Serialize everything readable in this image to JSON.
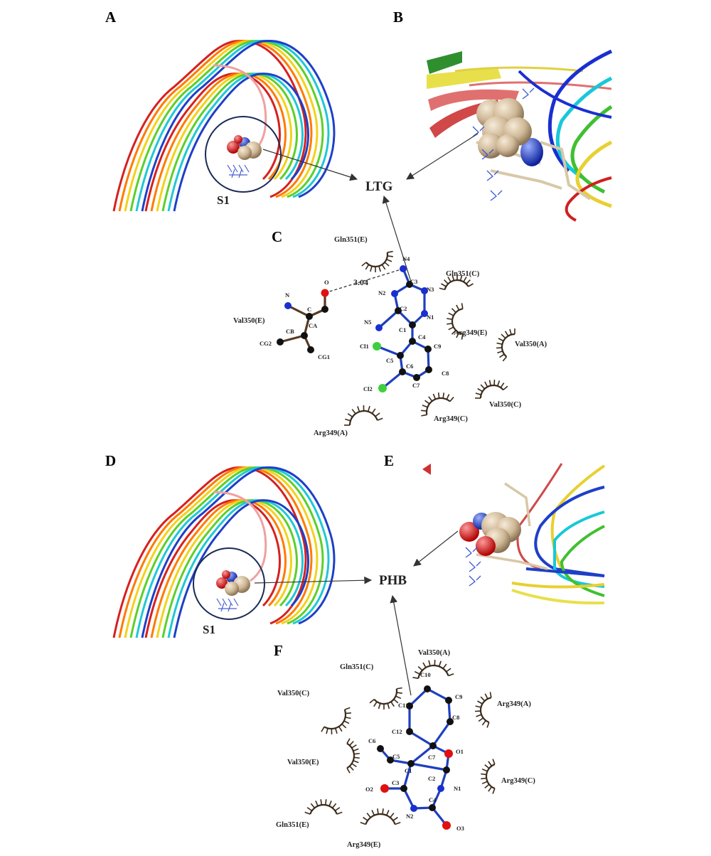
{
  "panels": {
    "A": "A",
    "B": "B",
    "C": "C",
    "D": "D",
    "E": "E",
    "F": "F"
  },
  "ligands": {
    "top": "LTG",
    "bottom": "PHB"
  },
  "binding_site": {
    "top": "S1",
    "bottom": "S1"
  },
  "ribbon_colors": [
    "#d62020",
    "#ff7a00",
    "#f2d21a",
    "#5ccf2a",
    "#1ec8d6",
    "#1e3fc8"
  ],
  "atom_colors": {
    "carbon": "#111111",
    "nitrogen": "#1a2fd0",
    "oxygen": "#e01010",
    "chlorine": "#3ecf3e",
    "bond": "#1e3fbf",
    "residue_bond": "#5a3a20"
  },
  "ltg_plot": {
    "hbond_distance": "3.04",
    "residue_atoms": {
      "N": "N",
      "C": "C",
      "CA": "CA",
      "O": "O",
      "CB": "CB",
      "CG1": "CG1",
      "CG2": "CG2"
    },
    "ligand_atoms": {
      "N4": "N4",
      "C3": "C3",
      "N2": "N2",
      "N3": "N3",
      "C2": "C2",
      "N1": "N1",
      "N5": "N5",
      "C1": "C1",
      "C4": "C4",
      "Cl1": "Cl1",
      "C5": "C5",
      "C9": "C9",
      "C6": "C6",
      "C8": "C8",
      "Cl2": "Cl2",
      "C7": "C7"
    },
    "residues": {
      "gln351_e": "Gln351(E)",
      "gln351_c": "Gln351(C)",
      "val350_e": "Val350(E)",
      "arg349_e": "Arg349(E)",
      "val350_a": "Val350(A)",
      "val350_c": "Val350(C)",
      "arg349_c": "Arg349(C)",
      "arg349_a": "Arg349(A)"
    }
  },
  "phb_plot": {
    "ligand_atoms": {
      "C10": "C10",
      "C11": "C11",
      "C9": "C9",
      "C12": "C12",
      "C8": "C8",
      "C6": "C6",
      "C5": "C5",
      "C7": "C7",
      "O1": "O1",
      "C1": "C1",
      "C2": "C2",
      "C3": "C3",
      "O2": "O2",
      "N1": "N1",
      "N2": "N2",
      "C4": "C4",
      "O3": "O3"
    },
    "residues": {
      "val350_a": "Val350(A)",
      "gln351_c": "Gln351(C)",
      "val350_c": "Val350(C)",
      "arg349_a": "Arg349(A)",
      "val350_e": "Val350(E)",
      "arg349_c": "Arg349(C)",
      "gln351_e": "Gln351(E)",
      "arg349_e": "Arg349(E)"
    }
  }
}
